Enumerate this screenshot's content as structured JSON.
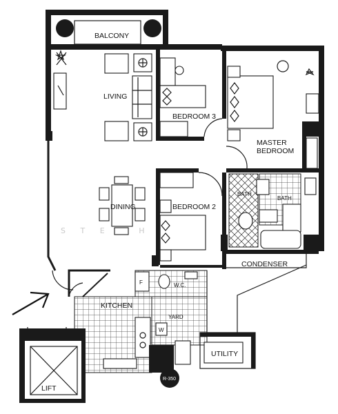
{
  "rooms": {
    "balcony": "BALCONY",
    "living": "LIVING",
    "bedroom3": "BEDROOM 3",
    "master": [
      "MASTER",
      "BEDROOM"
    ],
    "dining": "DINING",
    "bedroom2": "BEDROOM 2",
    "bath_left": "BATH",
    "bath_right": "BATH",
    "condenser": "CONDENSER",
    "kitchen": "KITCHEN",
    "wc": "W.C.",
    "yard": "YARD",
    "utility": "UTILITY",
    "lift": "LIFT",
    "fridge": "F",
    "washer": "W",
    "cabinet": "R-350"
  },
  "watermark": "S T E P H E N"
}
